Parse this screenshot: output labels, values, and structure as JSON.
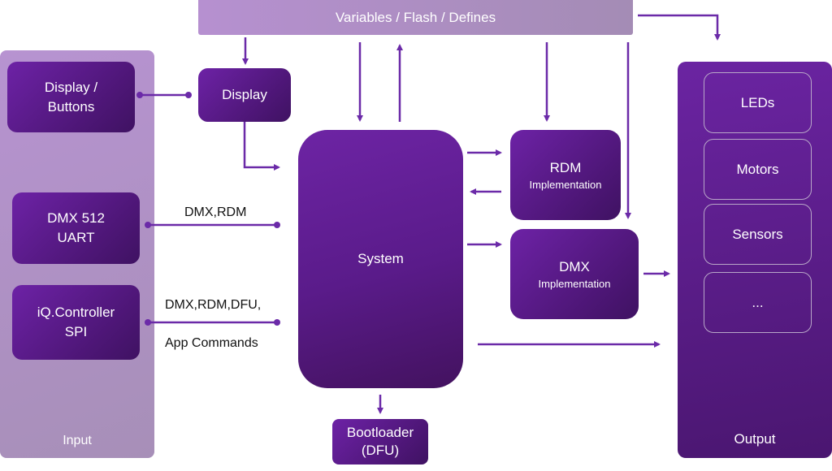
{
  "top_bar": {
    "label": "Variables / Flash / Defines"
  },
  "input_panel": {
    "title": "Input",
    "blocks": [
      {
        "line1": "Display /",
        "line2": "Buttons"
      },
      {
        "line1": "DMX 512",
        "line2": "UART"
      },
      {
        "line1": "iQ.Controller",
        "line2": "SPI"
      }
    ]
  },
  "display_block": {
    "label": "Display"
  },
  "system_block": {
    "label": "System"
  },
  "rdm_block": {
    "title": "RDM",
    "subtitle": "Implementation"
  },
  "dmx_block": {
    "title": "DMX",
    "subtitle": "Implementation"
  },
  "bootloader_block": {
    "line1": "Bootloader",
    "line2": "(DFU)"
  },
  "output_panel": {
    "title": "Output",
    "items": [
      "LEDs",
      "Motors",
      "Sensors",
      "..."
    ]
  },
  "connections": {
    "dmx_uart_label": "DMX,RDM",
    "spi_label_line1": "DMX,RDM,DFU,",
    "spi_label_line2": "App Commands"
  },
  "colors": {
    "accent": "#6b24a2",
    "light_panel": "#b08fcb",
    "line": "#6b2aa8"
  }
}
